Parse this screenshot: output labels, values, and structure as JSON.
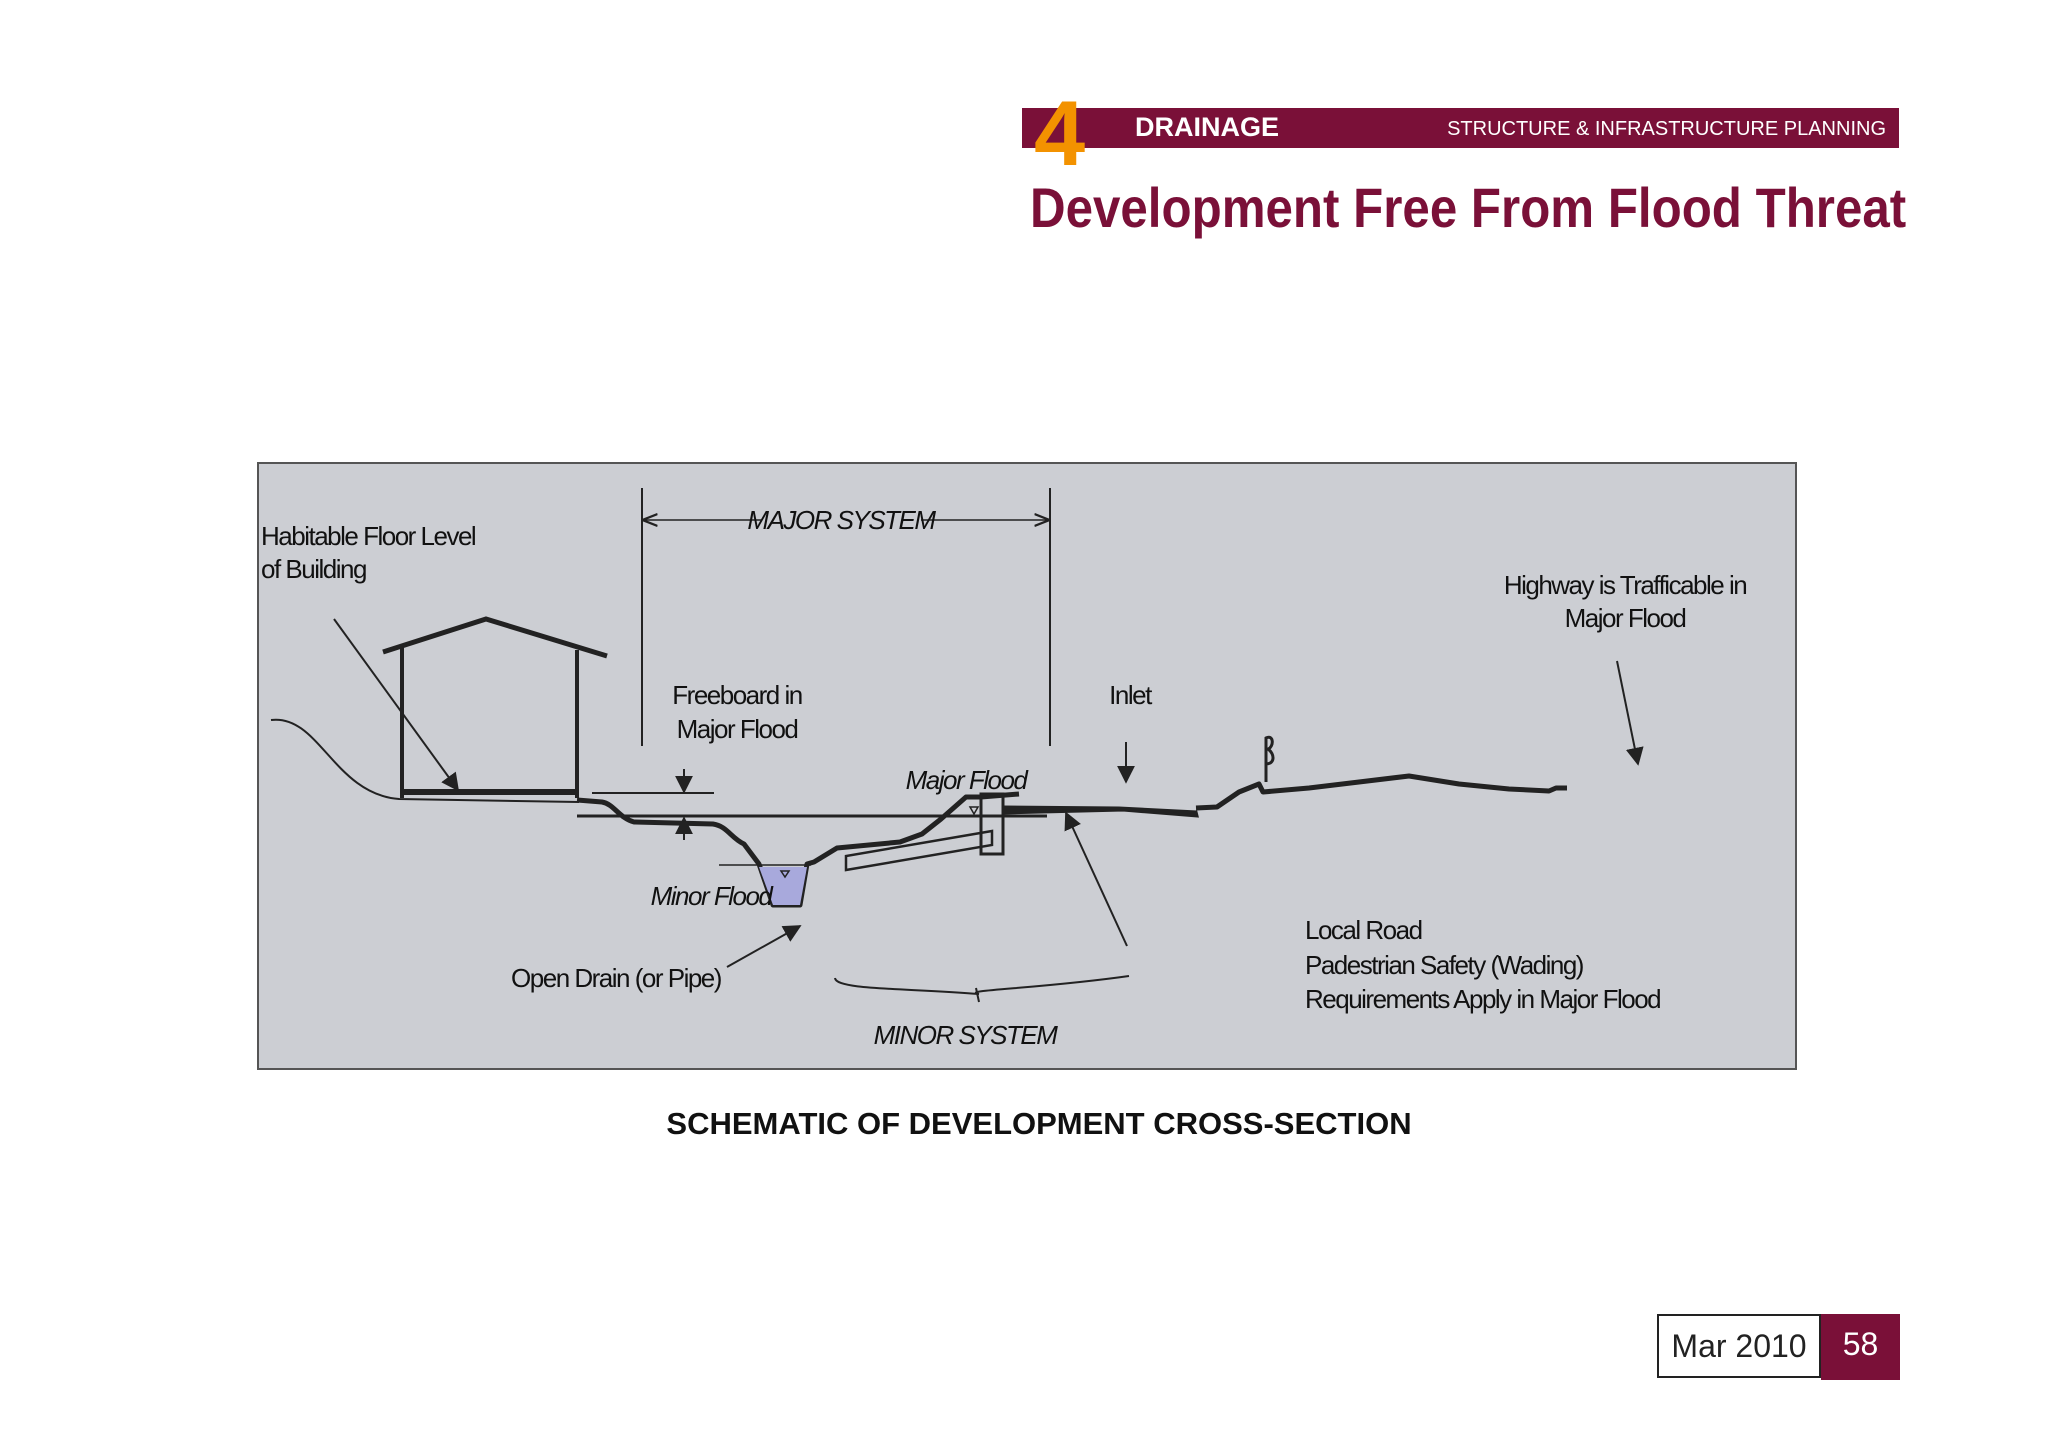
{
  "header": {
    "section_number": "4",
    "section_name": "DRAINAGE",
    "category": "STRUCTURE & INFRASTRUCTURE PLANNING"
  },
  "page_title": "Development Free From Flood Threat",
  "diagram": {
    "labels": {
      "habitable_floor_line1": "Habitable Floor Level",
      "habitable_floor_line2": "of Building",
      "major_system": "MAJOR SYSTEM",
      "freeboard_line1": "Freeboard in",
      "freeboard_line2": "Major Flood",
      "major_flood": "Major Flood",
      "inlet": "Inlet",
      "highway_line1": "Highway is Trafficable in",
      "highway_line2": "Major Flood",
      "minor_flood": "Minor Flood",
      "open_drain": "Open Drain (or Pipe)",
      "minor_system": "MINOR SYSTEM",
      "local_road_line1": "Local Road",
      "local_road_line2": "Padestrian Safety (Wading)",
      "local_road_line3": "Requirements Apply in Major Flood"
    }
  },
  "caption": "SCHEMATIC OF DEVELOPMENT CROSS-SECTION",
  "footer": {
    "date": "Mar 2010",
    "page_number": "58"
  },
  "colors": {
    "brand_maroon": "#7a1038",
    "accent_orange": "#f39200",
    "diagram_background": "#ccced3",
    "water_fill": "#a8a9dc"
  }
}
